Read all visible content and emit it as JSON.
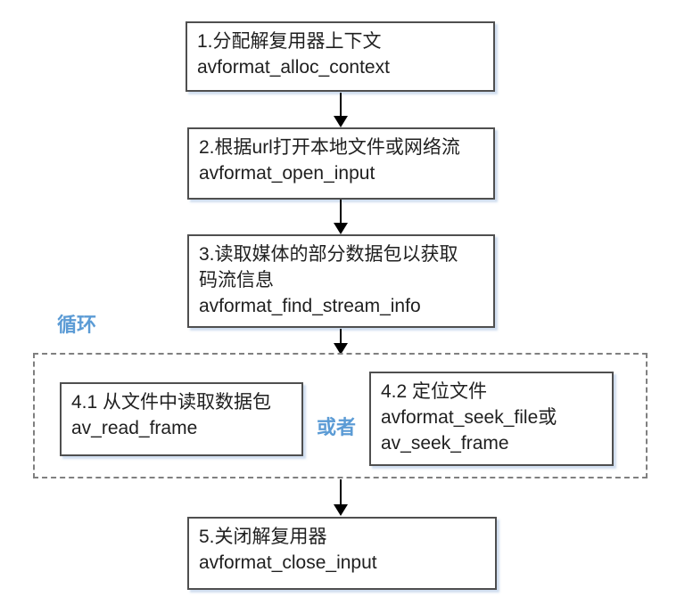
{
  "diagram": {
    "description_labels": {
      "loop_label": "循环",
      "or_label": "或者"
    },
    "colors": {
      "accent_blue": "#5B9BD5",
      "box_border": "#4f4f4f",
      "dashed_border": "#808080",
      "arrow": "#000000",
      "text": "#1f1f1f",
      "background": "#ffffff"
    },
    "nodes": [
      {
        "id": "step1",
        "title": "1.分配解复用器上下文",
        "code": "avformat_alloc_context"
      },
      {
        "id": "step2",
        "title": "2.根据url打开本地文件或网络流",
        "code": "avformat_open_input"
      },
      {
        "id": "step3",
        "title": "3.读取媒体的部分数据包以获取\n码流信息",
        "code": "avformat_find_stream_info"
      },
      {
        "id": "step4_1",
        "title": "4.1 从文件中读取数据包",
        "code": "av_read_frame"
      },
      {
        "id": "step4_2",
        "title": "4.2 定位文件",
        "code": "avformat_seek_file或\nav_seek_frame"
      },
      {
        "id": "step5",
        "title": "5.关闭解复用器",
        "code": "avformat_close_input"
      }
    ],
    "arrows": [
      {
        "from": "step1",
        "to": "step2"
      },
      {
        "from": "step2",
        "to": "step3"
      },
      {
        "from": "step3",
        "to": "loop-region"
      },
      {
        "from": "loop-region",
        "to": "step5"
      }
    ]
  }
}
